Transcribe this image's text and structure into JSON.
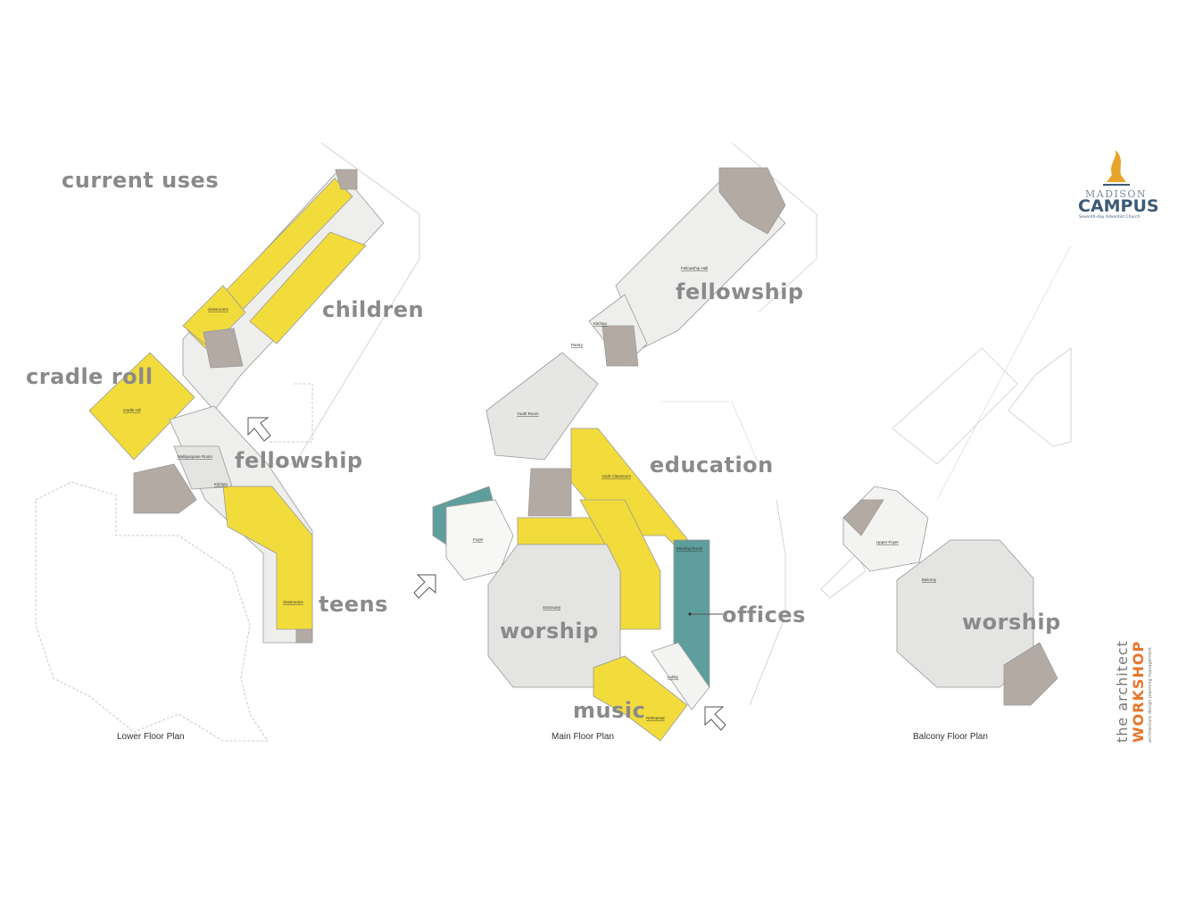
{
  "heading": "current uses",
  "use_labels": {
    "children": "children",
    "cradle_roll": "cradle roll",
    "fellowship_lower": "fellowship",
    "teens": "teens",
    "fellowship_main": "fellowship",
    "education": "education",
    "worship_main": "worship",
    "offices": "offices",
    "music": "music",
    "worship_balcony": "worship"
  },
  "plan_titles": {
    "lower": "Lower Floor Plan",
    "main": "Main Floor Plan",
    "balcony": "Balcony Floor Plan"
  },
  "rooms": {
    "classrooms_a": "classrooms",
    "cradle_roll": "cradle roll",
    "multipurpose": "Multipurpose Room",
    "kitchen_lower": "Kitchen",
    "classrooms_b": "classrooms",
    "fellowship_hall": "Fellowship Hall",
    "kitchen_main": "Kitchen",
    "pantry": "Pantry",
    "youth_room": "Youth Room",
    "adult_classroom": "Adult Classroom",
    "foyer": "Foyer",
    "meeting_room": "Meeting Room",
    "sanctuary": "Sanctuary",
    "lobby": "Lobby",
    "rehearsal": "Rehearsal",
    "upper_foyer": "Upper Foyer",
    "balcony": "Balcony"
  },
  "logo": {
    "line1": "MADISON",
    "line2": "CAMPUS",
    "line3": "Seventh-day Adventist Church"
  },
  "architect": {
    "line1": "the architect",
    "line2": "WORKSHOP",
    "line3": "architecture design planning management"
  },
  "colors": {
    "yellow": "#f2dc3c",
    "teal": "#5e9e9c",
    "taupe": "#b4aaa4",
    "light_gray": "#e8e8e6",
    "label_gray": "#8a8a8a"
  }
}
